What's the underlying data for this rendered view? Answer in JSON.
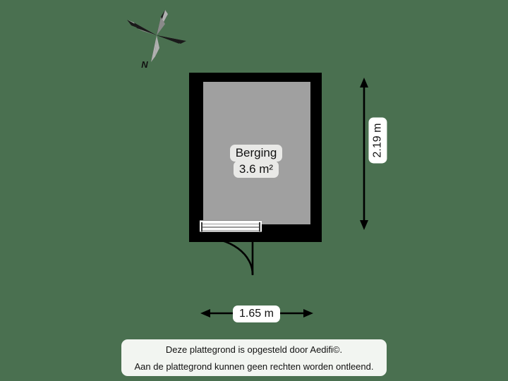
{
  "document": {
    "type": "floor-plan",
    "background_color": "#4a7050"
  },
  "compass": {
    "icon": "compass-rose-icon",
    "north_label": "N"
  },
  "building": {
    "wall_color": "#000000",
    "floor_color": "#a0a0a0",
    "rooms": [
      {
        "name": "Berging",
        "area": "3.6 m²"
      }
    ],
    "openings": [
      {
        "type": "door",
        "name": "entry-door"
      }
    ]
  },
  "dimensions": {
    "vertical": {
      "label": "2.19 m",
      "orientation": "vertical"
    },
    "horizontal": {
      "label": "1.65 m",
      "orientation": "horizontal"
    }
  },
  "footer": {
    "line1": "Deze plattegrond is opgesteld door Aedifi©.",
    "line2": "Aan de plattegrond kunnen geen rechten worden ontleend."
  }
}
